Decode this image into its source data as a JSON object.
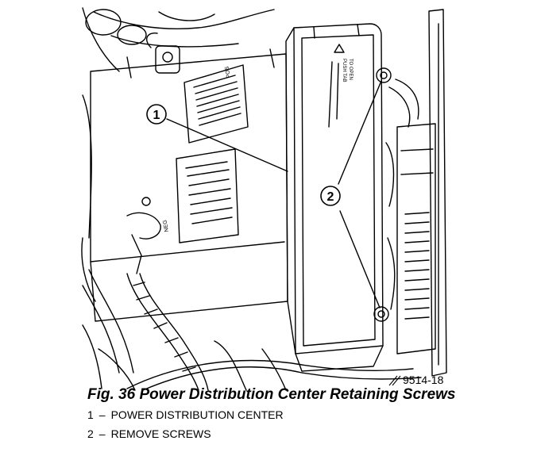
{
  "figure": {
    "drawing_number": "9514-18",
    "callouts": [
      "1",
      "2"
    ],
    "label_text": {
      "pos": "POS",
      "neg": "NEG",
      "push_tab": "PUSH TAB",
      "to_open": "TO OPEN"
    }
  },
  "caption": "Fig. 36 Power Distribution Center Retaining Screws",
  "legend": [
    {
      "number": "1",
      "dash": "–",
      "text": "POWER DISTRIBUTION CENTER"
    },
    {
      "number": "2",
      "dash": "–",
      "text": "REMOVE SCREWS"
    }
  ],
  "colors": {
    "ink": "#000000",
    "paper": "#ffffff"
  }
}
